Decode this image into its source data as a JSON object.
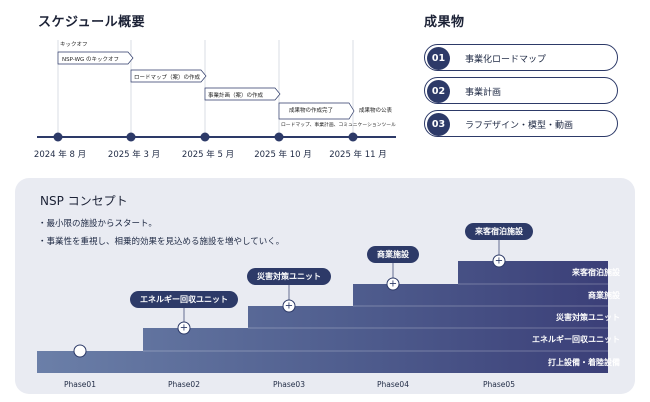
{
  "schedule": {
    "title": "スケジュール概要",
    "events": [
      {
        "label": "キックオフ"
      },
      {
        "label": "NSP-WG のキックオフ"
      },
      {
        "label": "ロードマップ（案）の作成"
      },
      {
        "label": "事業計画（案）の作成"
      },
      {
        "label": "成果物の作成完了"
      },
      {
        "label": "成果物の公表"
      }
    ],
    "sub_note": "ロードマップ、事業計画、コミュニケーションツール",
    "dates": [
      "2024 年 8 月",
      "2025 年 3 月",
      "2025 年 5 月",
      "2025 年 10 月",
      "2025 年 11 月"
    ]
  },
  "deliverables": {
    "title": "成果物",
    "items": [
      {
        "num": "01",
        "label": "事業化ロードマップ"
      },
      {
        "num": "02",
        "label": "事業計画"
      },
      {
        "num": "03",
        "label": "ラフデザイン・模型・動画"
      }
    ]
  },
  "concept": {
    "title": "NSP コンセプト",
    "bullets": [
      "・最小限の施設からスタート。",
      "・事業性を重視し、相乗的効果を見込める施設を増やしていく。"
    ],
    "pills": [
      "エネルギー回収ユニット",
      "災害対策ユニット",
      "商業施設",
      "来客宿泊施設"
    ],
    "levels": [
      "来客宿泊施設",
      "商業施設",
      "災害対策ユニット",
      "エネルギー回収ユニット",
      "打上設備・着陸設備"
    ],
    "phases": [
      "Phase01",
      "Phase02",
      "Phase03",
      "Phase04",
      "Phase05"
    ],
    "colors": {
      "navy": "#2d3a68",
      "panel": "#e9ebf2",
      "step_light": "#6b7fa8",
      "step_dark": "#3b3f78"
    }
  }
}
